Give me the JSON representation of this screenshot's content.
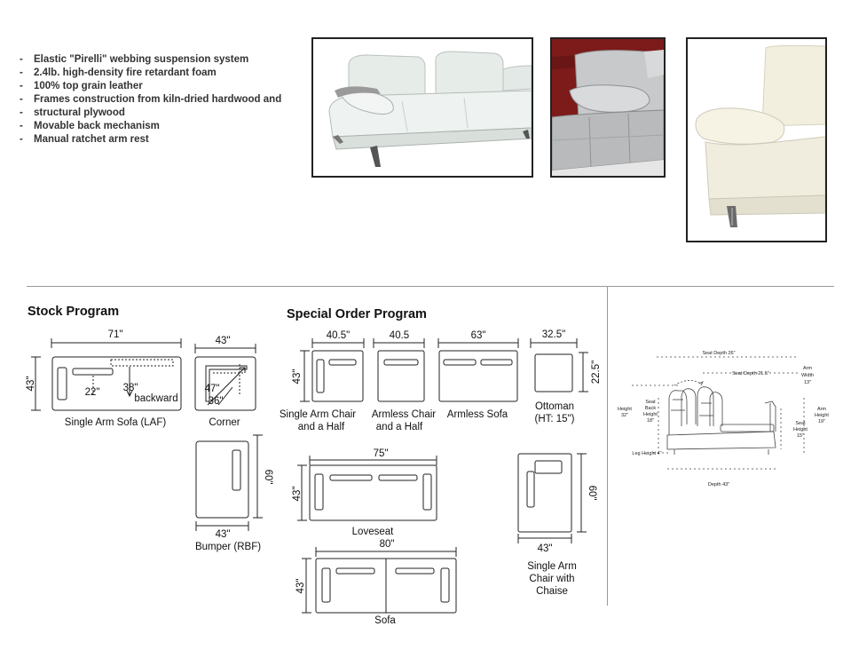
{
  "features": [
    "Elastic \"Pirelli\" webbing suspension system",
    "2.4lb. high-density fire retardant foam",
    "100% top grain leather",
    "Frames construction from kiln-dried hardwood and",
    "structural plywood",
    "Movable back mechanism",
    "Manual ratchet arm rest"
  ],
  "sections": {
    "stock": "Stock Program",
    "special": "Special Order Program"
  },
  "stock": {
    "laf": {
      "width": "71\"",
      "depth": "43\"",
      "inner_a": "22\"",
      "inner_b": "38\"",
      "note": "backward",
      "label": "Single Arm Sofa (LAF)"
    },
    "corner": {
      "width": "43\"",
      "diag_a": "47\"",
      "diag_b": "36\"",
      "label": "Corner"
    },
    "bumper": {
      "width": "43\"",
      "depth": "60\"",
      "label": "Bumper (RBF)"
    }
  },
  "special": {
    "depth43": "43\"",
    "arm_chair_half": {
      "width": "40.5\"",
      "label_1": "Single Arm Chair",
      "label_2": "and a Half"
    },
    "armless_chair_half": {
      "width": "40.5",
      "label_1": "Armless Chair",
      "label_2": "and a Half"
    },
    "armless_sofa": {
      "width": "63\"",
      "label": "Armless Sofa"
    },
    "ottoman": {
      "width": "32.5\"",
      "depth": "22.5\"",
      "label_1": "Ottoman",
      "label_2": "(HT: 15\")"
    },
    "loveseat": {
      "width": "75\"",
      "label": "Loveseat"
    },
    "sofa": {
      "width": "80\"",
      "label": "Sofa"
    },
    "chaise": {
      "width": "43\"",
      "depth": "60\"",
      "label_1": "Single Arm",
      "label_2": "Chair with",
      "label_3": "Chaise"
    }
  },
  "side_view": {
    "seat_depth": "Seat Depth 26\"",
    "seat_depth_2": "Seat Depth 21.5\"",
    "arm_width_1": "Arm",
    "arm_width_2": "Width",
    "arm_width_3": "13\"",
    "height_1": "Height",
    "height_2": "32\"",
    "seat_back_1": "Seat",
    "seat_back_2": "Back",
    "seat_back_3": "Height",
    "seat_back_4": "18\"",
    "arm_height_1": "Arm",
    "arm_height_2": "Height",
    "arm_height_3": "19\"",
    "seat_height_1": "Seat",
    "seat_height_2": "Height",
    "seat_height_3": "15\"",
    "leg_height": "Leg Height 4\"",
    "depth": "Depth 43\""
  }
}
